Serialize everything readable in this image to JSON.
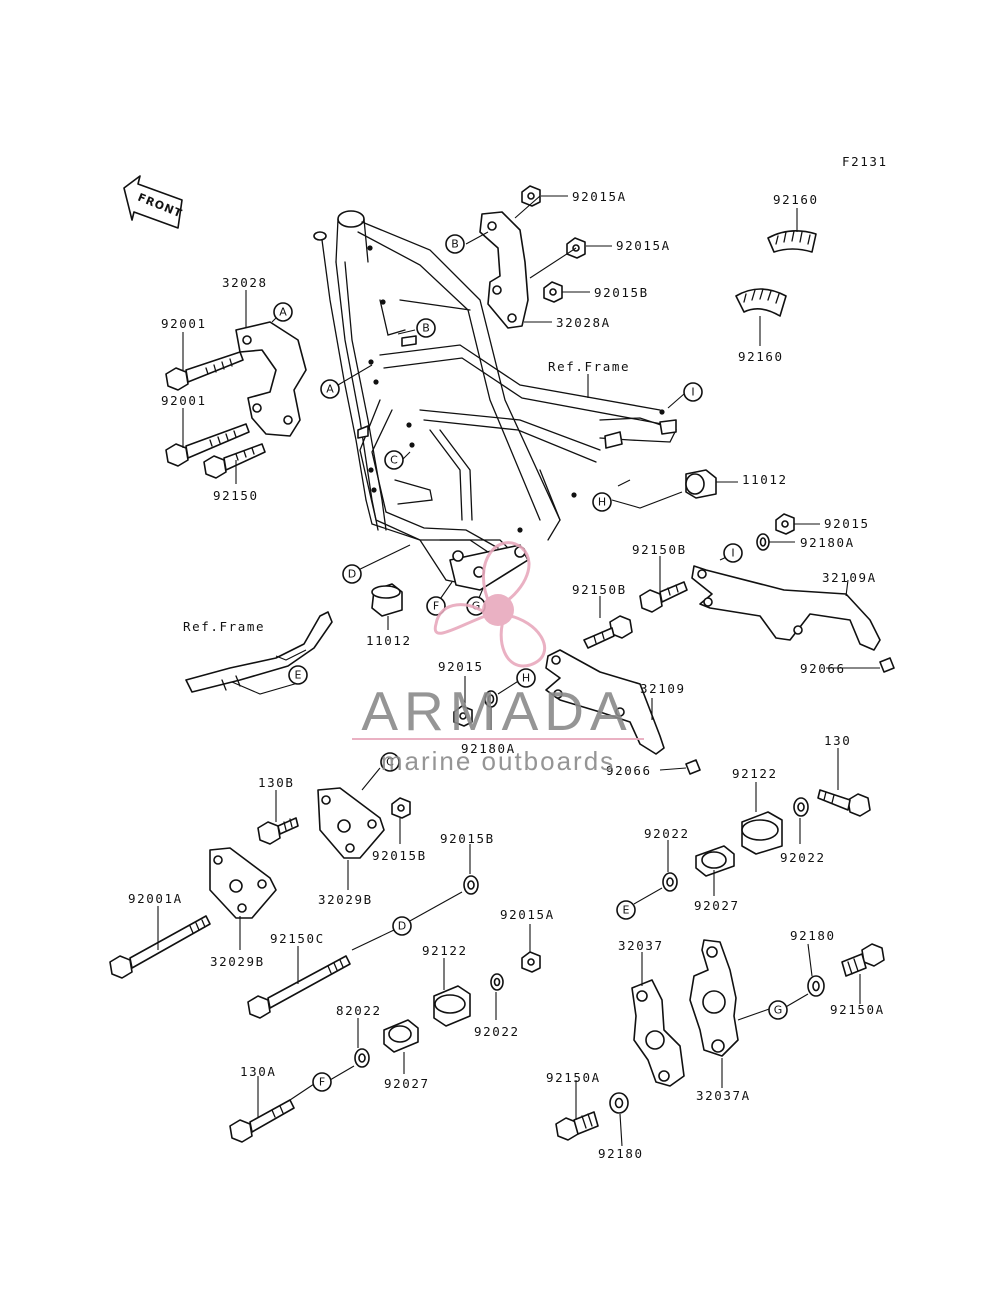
{
  "figure_code": "F2131",
  "front_label": "FRONT",
  "ref_frame_label": "Ref.Frame",
  "watermark": {
    "brand": "ARMADA",
    "tagline": "marine outboards",
    "text_color": "#8a8a8a",
    "logo_color": "#e8a9bd"
  },
  "callouts": [
    "A",
    "B",
    "C",
    "D",
    "E",
    "F",
    "G",
    "H",
    "I"
  ],
  "parts": {
    "p92015A_1": "92015A",
    "p92015A_2": "92015A",
    "p92015B_1": "92015B",
    "p32028A": "32028A",
    "p92160_1": "92160",
    "p92160_2": "92160",
    "p32028": "32028",
    "p92001_1": "92001",
    "p92001_2": "92001",
    "p92150": "92150",
    "p11012_1": "11012",
    "p11012_2": "11012",
    "p92015_1": "92015",
    "p92180A_1": "92180A",
    "p92150B_1": "92150B",
    "p32109A": "32109A",
    "p92066_1": "92066",
    "p92150B_2": "92150B",
    "p92015_2": "92015",
    "p92180A_2": "92180A",
    "p32109": "32109",
    "p92066_2": "92066",
    "p130": "130",
    "p92122_1": "92122",
    "p92022_1": "92022",
    "p130B": "130B",
    "p92015B_2": "92015B",
    "p32029B_1": "32029B",
    "p92022_2": "92022",
    "p92027_1": "92027",
    "p92015B_3": "92015B",
    "p92001A": "92001A",
    "p32029B_2": "32029B",
    "p92150C": "92150C",
    "p92015A_3": "92015A",
    "p92122_2": "92122",
    "p92022_3": "92022",
    "p32037": "32037",
    "p92180_1": "92180",
    "p92150A_1": "92150A",
    "p82022": "82022",
    "p92027_2": "92027",
    "p130A": "130A",
    "p32037A": "32037A",
    "p92150A_2": "92150A",
    "p92180_2": "92180"
  }
}
